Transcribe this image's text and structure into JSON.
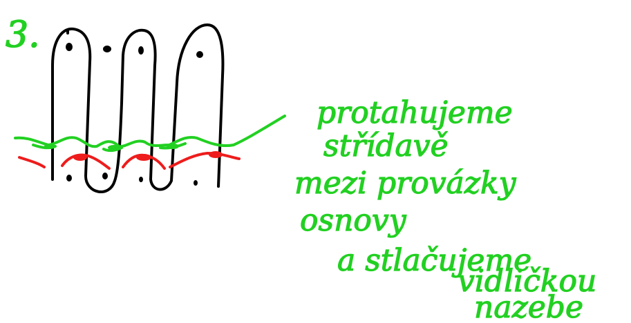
{
  "step_number": "3.",
  "instruction_lines": [
    "protahujeme",
    "střídavě",
    "mezi provázky",
    "osnovy",
    "a stlačujeme",
    "vidličkou",
    "nazebe"
  ],
  "colors": {
    "warp": "#000000",
    "weft_green": "#22d022",
    "weft_red": "#ee1c1c",
    "background": "#ffffff"
  }
}
